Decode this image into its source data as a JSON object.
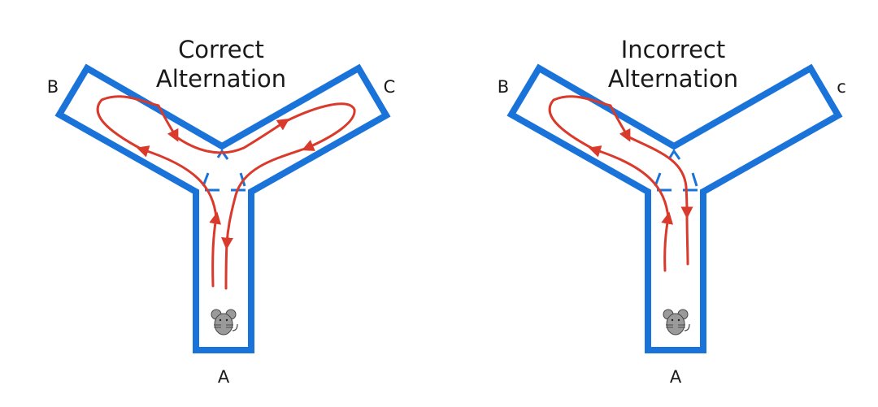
{
  "colors": {
    "maze": "#1a73d8",
    "path": "#d93a2b",
    "mouse": "#9a9a9a"
  },
  "panels": [
    {
      "title_line1": "Correct",
      "title_line2": "Alternation",
      "arm_left": "B",
      "arm_right": "C",
      "arm_bottom": "A"
    },
    {
      "title_line1": "Incorrect",
      "title_line2": "Alternation",
      "arm_left": "B",
      "arm_right": "c",
      "arm_bottom": "A"
    }
  ]
}
